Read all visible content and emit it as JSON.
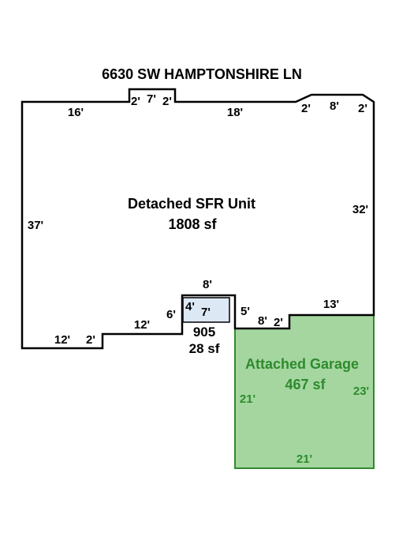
{
  "address": "6630 SW HAMPTONSHIRE LN",
  "areas": {
    "main": {
      "name": "Detached SFR Unit",
      "area": "1808 sf"
    },
    "garage": {
      "name": "Attached Garage",
      "area": "467 sf"
    },
    "sub": {
      "name": "905",
      "area": "28 sf"
    }
  },
  "colors": {
    "outline": "#000000",
    "garage_fill": "#a5d6a0",
    "garage_stroke": "#2e8b2e",
    "garage_text": "#2e8b2e",
    "sub_fill": "#dde8f5"
  },
  "dimensions": {
    "top_left": "16'",
    "bump_left": "2'",
    "bump_top": "7'",
    "bump_right": "2'",
    "top_middle": "18'",
    "slant_left": "2'",
    "top_right_flat": "8'",
    "slant_right": "2'",
    "right_main": "32'",
    "left_side": "37'",
    "bottom_left": "12'",
    "bottom_step": "2'",
    "bottom_middle": "12'",
    "notch_left": "6'",
    "notch_top": "8'",
    "notch_right": "5'",
    "inner_width": "7'",
    "inner_height": "4'",
    "garage_top_left": "8'",
    "garage_step": "2'",
    "garage_top_right": "13'",
    "garage_left": "21'",
    "garage_right": "23'",
    "garage_bottom": "21'"
  }
}
